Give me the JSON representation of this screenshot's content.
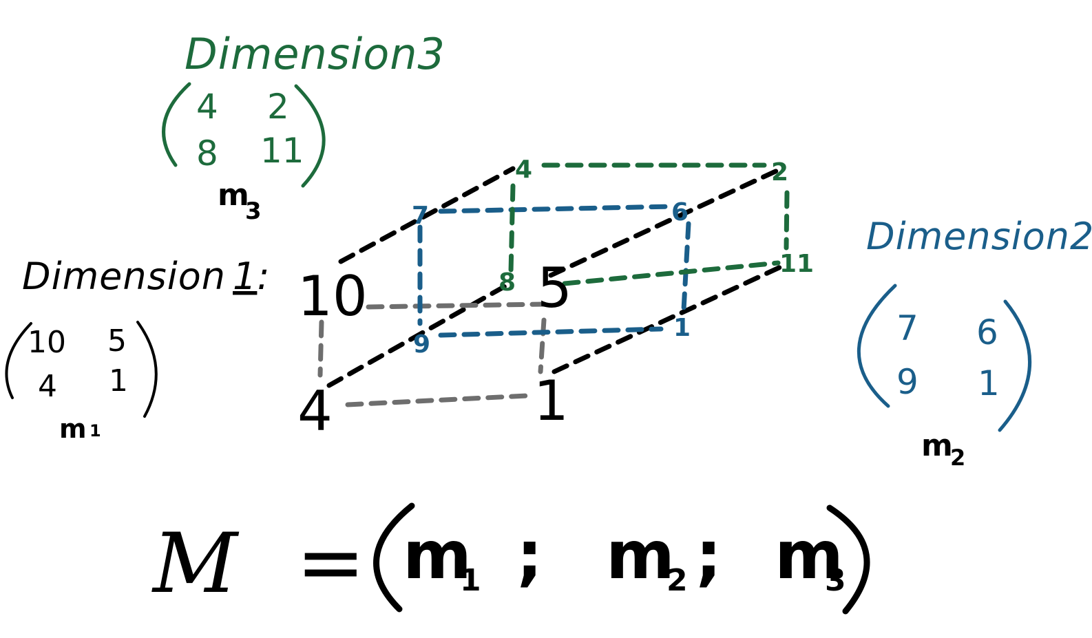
{
  "colors": {
    "dim1": "#000000",
    "dim2": "#1a5e8a",
    "dim3": "#1d6b3c",
    "dim1_face": "#6e6e6e"
  },
  "dim1": {
    "title_word": "Dimension",
    "title_num": "1",
    "title_colon": ":",
    "m": [
      [
        "10",
        "5"
      ],
      [
        "4",
        "1"
      ]
    ],
    "label": "m",
    "label_sub": "1"
  },
  "dim2": {
    "title": "Dimension2",
    "m": [
      [
        "7",
        "6"
      ],
      [
        "9",
        "1"
      ]
    ],
    "label": "m",
    "label_sub": "2"
  },
  "dim3": {
    "title": "Dimension3",
    "m": [
      [
        "4",
        "2"
      ],
      [
        "8",
        "11"
      ]
    ],
    "label": "m",
    "label_sub": "3"
  },
  "cube": {
    "front": {
      "tl": "10",
      "tr": "5",
      "bl": "4",
      "br": "1"
    },
    "middle": {
      "tl": "7",
      "tr": "6",
      "bl": "9",
      "br": "1"
    },
    "back": {
      "tl": "4",
      "tr": "2",
      "bl": "8",
      "br": "11"
    }
  },
  "equation": {
    "lhs": "M",
    "eq": "=",
    "m": "m",
    "s1": "1",
    "s2": "2",
    "s3": "3",
    "sep": ";"
  }
}
